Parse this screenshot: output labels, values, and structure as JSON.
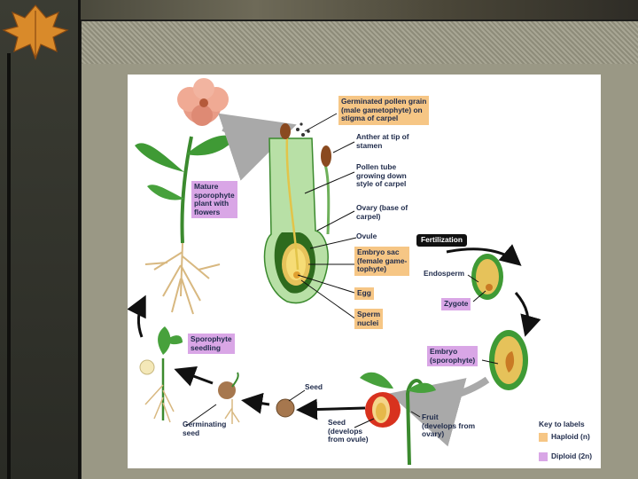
{
  "labels": {
    "germinated_pollen": "Germinated pollen grain\n(male gametophyte) on\nstigma of carpel",
    "anther": "Anther at tip of\nstamen",
    "pollen_tube": "Pollen tube\ngrowing down\nstyle of carpel",
    "ovary": "Ovary (base of\ncarpel)",
    "ovule": "Ovule",
    "embryo_sac": "Embryo sac\n(female game-\ntophyte)",
    "egg": "Egg",
    "sperm": "Sperm\nnuclei",
    "mature_sporophyte": "Mature\nsporophyte\nplant with\nflowers",
    "fertilization": "Fertilization",
    "endosperm": "Endosperm",
    "zygote": "Zygote",
    "embryo": "Embryo\n(sporophyte)",
    "sporophyte_seedling": "Sporophyte\nseedling",
    "seed": "Seed",
    "germinating_seed": "Germinating\nseed",
    "seed_develops": "Seed\n(develops\nfrom ovule)",
    "fruit": "Fruit\n(develops from\novary)"
  },
  "key": {
    "title": "Key to labels",
    "haploid": "Haploid (n)",
    "diploid": "Diploid (2n)"
  },
  "colors": {
    "haploid": "#f6c685",
    "diploid": "#d9a6e6",
    "fertilization_bg": "#111111",
    "arrow": "#111111",
    "flow_arrow": "#a9a9a9"
  }
}
